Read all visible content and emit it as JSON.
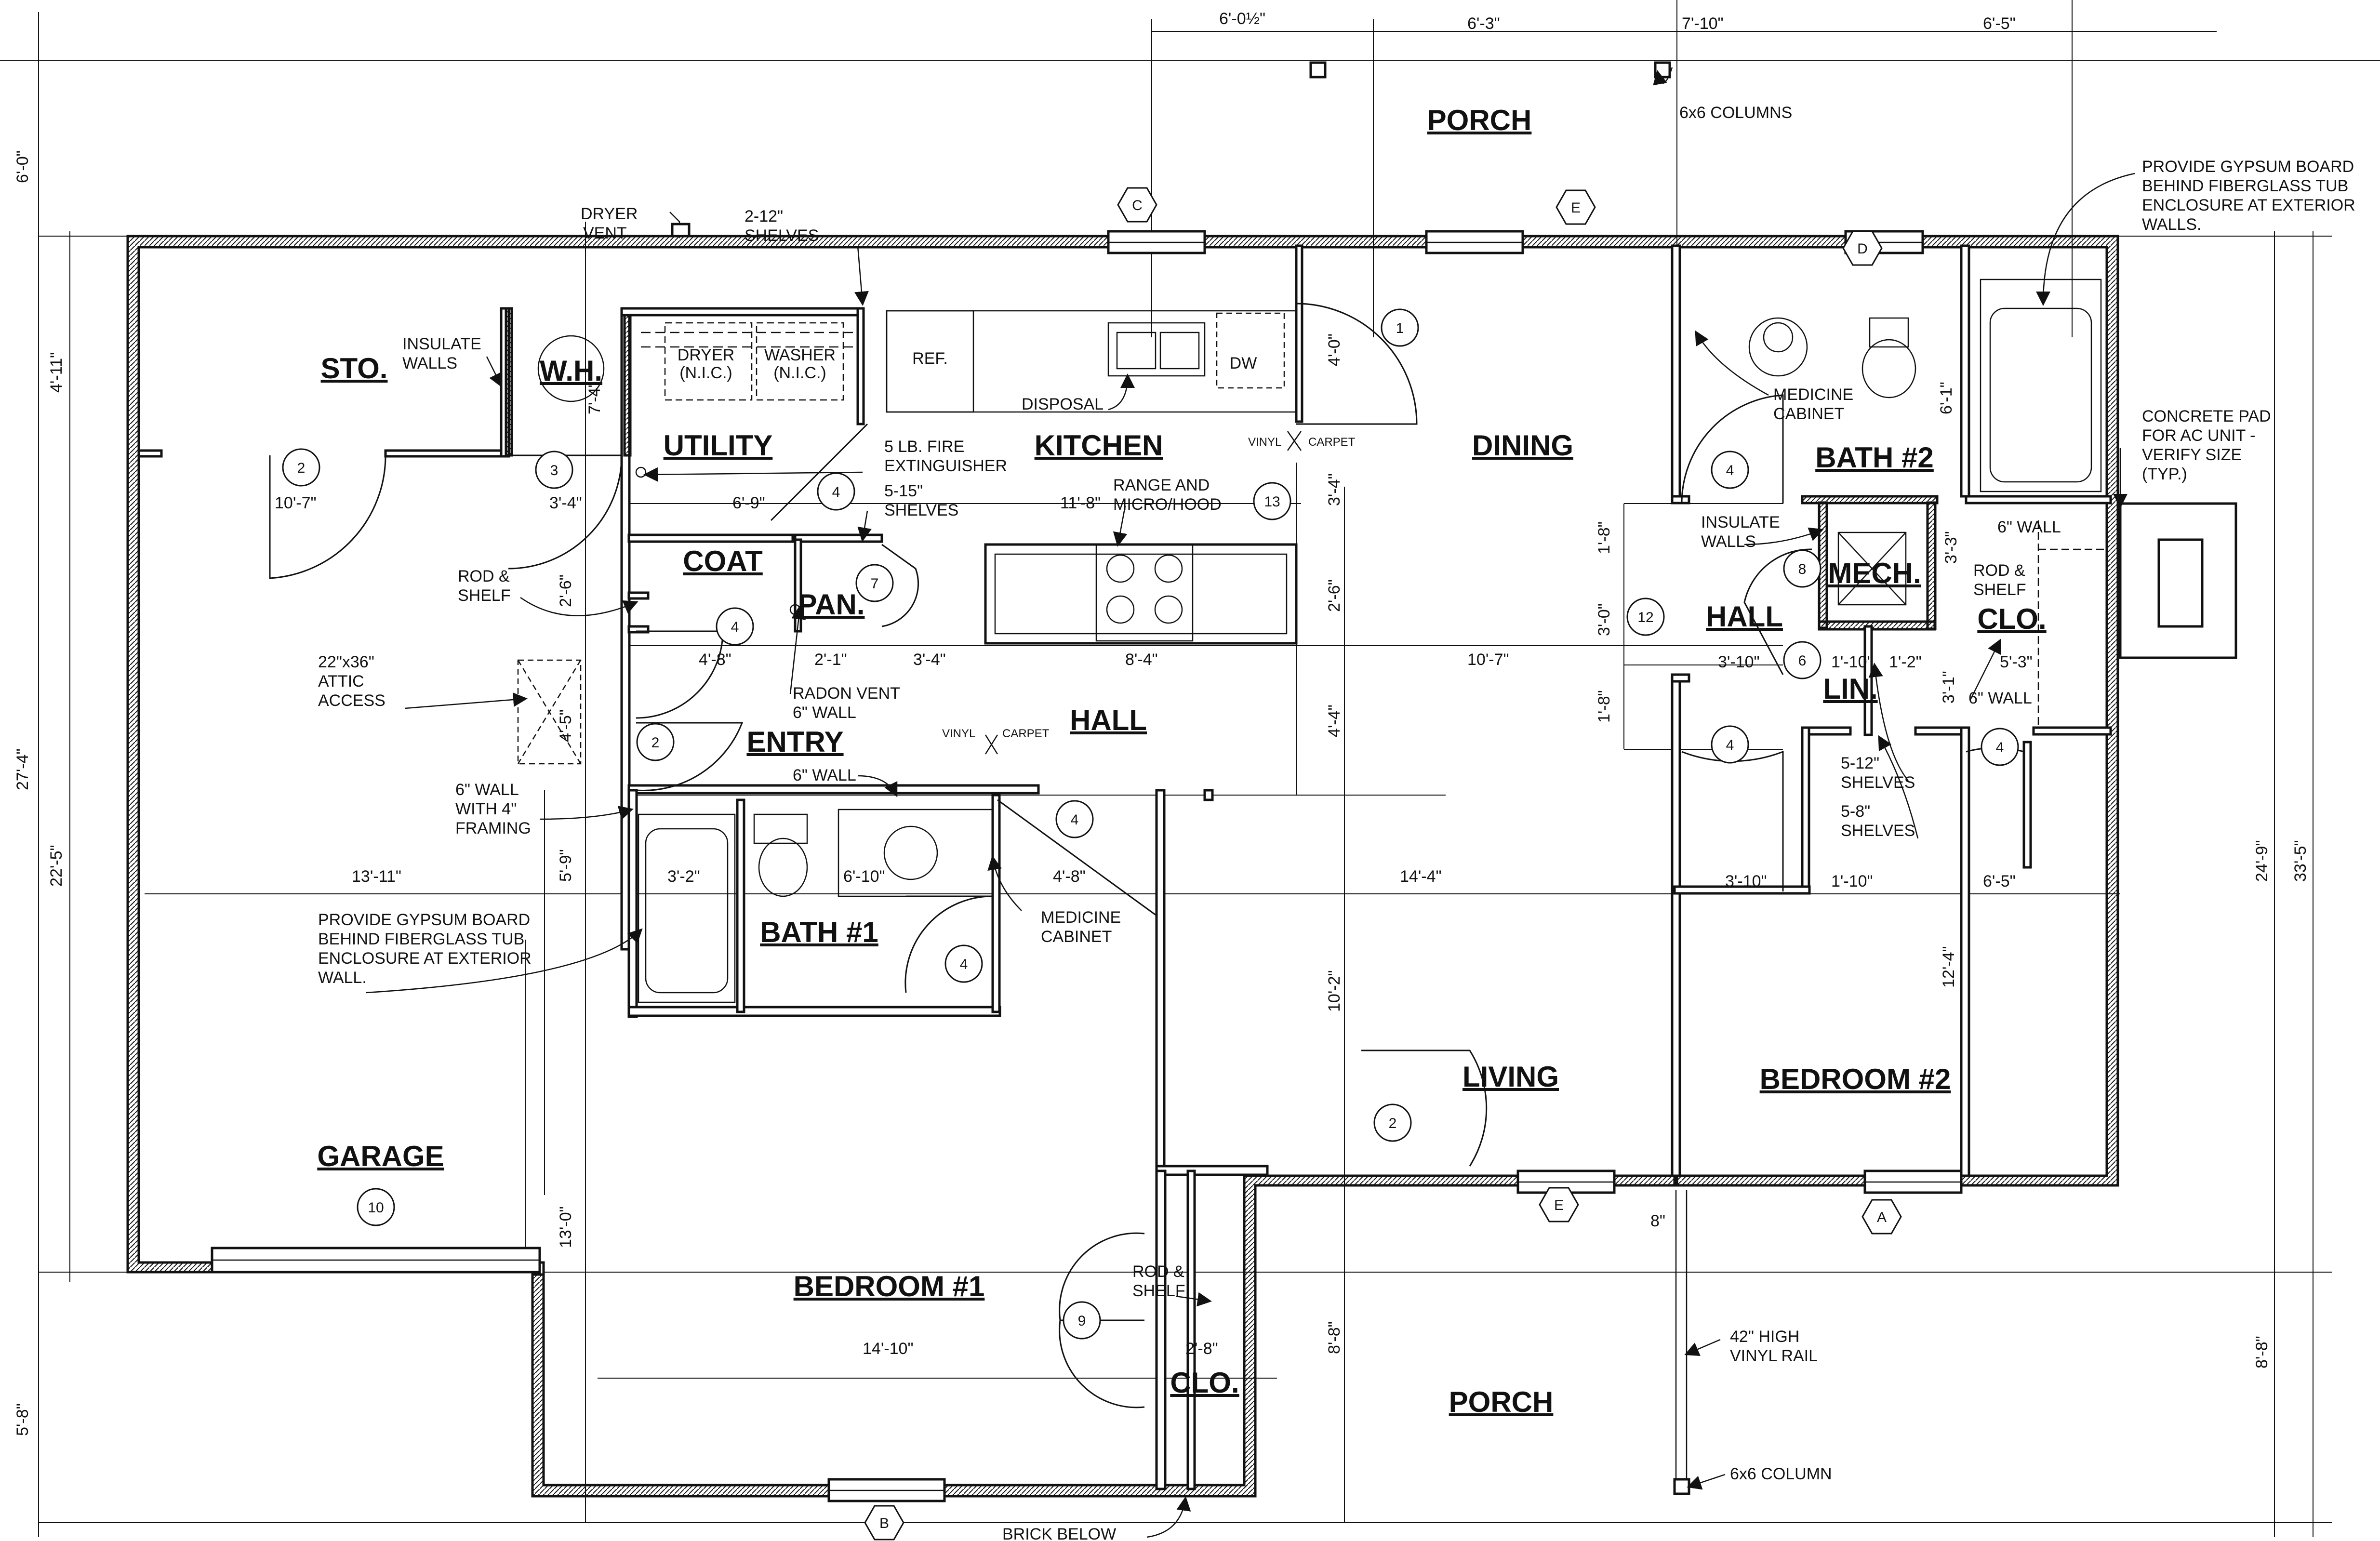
{
  "rooms": {
    "porch_top": "PORCH",
    "sto": "STO.",
    "wh": "W.H.",
    "utility": "UTILITY",
    "kitchen": "KITCHEN",
    "dining": "DINING",
    "bath2": "BATH #2",
    "coat": "COAT",
    "pan": "PAN.",
    "entry": "ENTRY",
    "hall": "HALL",
    "hall2": "HALL",
    "mech": "MECH.",
    "clo_right": "CLO.",
    "lin": "LIN.",
    "bath1": "BATH #1",
    "living": "LIVING",
    "bedroom2": "BEDROOM #2",
    "garage": "GARAGE",
    "bedroom1": "BEDROOM #1",
    "clo_bottom": "CLO.",
    "porch_bottom": "PORCH"
  },
  "fixtures": {
    "ref": "REF.",
    "dw": "DW",
    "dryer_1": "DRYER",
    "dryer_2": "(N.I.C.)",
    "washer_1": "WASHER",
    "washer_2": "(N.I.C.)"
  },
  "notes": {
    "columns_top": "6x6 COLUMNS",
    "gyp_right_1": "PROVIDE GYPSUM BOARD",
    "gyp_right_2": "BEHIND FIBERGLASS TUB",
    "gyp_right_3": "ENCLOSURE AT EXTERIOR",
    "gyp_right_4": "WALLS.",
    "dryer_vent_1": "DRYER",
    "dryer_vent_2": "VENT",
    "shelves_2_12_1": "2-12\"",
    "shelves_2_12_2": "SHELVES",
    "insulate_walls_1": "INSULATE",
    "insulate_walls_2": "WALLS",
    "disposal": "DISPOSAL",
    "medicine_cabinet_r_1": "MEDICINE",
    "medicine_cabinet_r_2": "CABINET",
    "concrete_pad_1": "CONCRETE PAD",
    "concrete_pad_2": "FOR AC UNIT -",
    "concrete_pad_3": "VERIFY SIZE",
    "concrete_pad_4": "(TYP.)",
    "fire_ext_1": "5 LB. FIRE",
    "fire_ext_2": "EXTINGUISHER",
    "shelves_5_15_1": "5-15\"",
    "shelves_5_15_2": "SHELVES",
    "range_1": "RANGE AND",
    "range_2": "MICRO/HOOD",
    "vinyl_1": "VINYL",
    "carpet_1": "CARPET",
    "vinyl_2": "VINYL",
    "carpet_2": "CARPET",
    "insulate_walls_b_1": "INSULATE",
    "insulate_walls_b_2": "WALLS",
    "six_wall_r1": "6\" WALL",
    "rod_shelf_r_1": "ROD &",
    "rod_shelf_r_2": "SHELF",
    "rod_shelf_l_1": "ROD &",
    "rod_shelf_l_2": "SHELF",
    "attic_1": "22\"x36\"",
    "attic_2": "ATTIC",
    "attic_3": "ACCESS",
    "radon_1": "RADON VENT",
    "radon_2": "6\" WALL",
    "six_wall_entry": "6\" WALL",
    "six_wall_r2": "6\" WALL",
    "shelves_5_12_1": "5-12\"",
    "shelves_5_12_2": "SHELVES",
    "shelves_5_8_1": "5-8\"",
    "shelves_5_8_2": "SHELVES",
    "framing_1": "6\" WALL",
    "framing_2": "WITH 4\"",
    "framing_3": "FRAMING",
    "gyp_left_1": "PROVIDE GYPSUM BOARD",
    "gyp_left_2": "BEHIND FIBERGLASS TUB",
    "gyp_left_3": "ENCLOSURE AT EXTERIOR",
    "gyp_left_4": "WALL.",
    "medicine_cabinet_l_1": "MEDICINE",
    "medicine_cabinet_l_2": "CABINET",
    "rod_shelf_b_1": "ROD &",
    "rod_shelf_b_2": "SHELF",
    "rail_1": "42\" HIGH",
    "rail_2": "VINYL RAIL",
    "column_bottom": "6x6 COLUMN",
    "brick_below": "BRICK BELOW"
  },
  "dimensions": {
    "top_1": "6'-0½\"",
    "top_2": "6'-3\"",
    "top_3": "7'-10\"",
    "top_4": "6'-5\"",
    "left_1": "6'-0\"",
    "left_2": "4'-11\"",
    "left_3": "27'-4\"",
    "left_4": "22'-5\"",
    "left_5": "5'-8\"",
    "right_1": "24'-9\"",
    "right_2": "33'-5\"",
    "right_3": "8'-8\"",
    "sto_w": "10'-7\"",
    "wh_w": "3'-4\"",
    "wh_h": "7'-4\"",
    "util_w": "6'-9\"",
    "kit_w": "11'-8\"",
    "kit_v1": "4'-0\"",
    "kit_v2": "3'-4\"",
    "kit_v3": "2'-6\"",
    "bath2_h": "6'-1\"",
    "hall_v1": "1'-8\"",
    "hall_v2": "3'-0\"",
    "hall_v3": "1'-8\"",
    "mech_v": "3'-3\"",
    "coat_h": "2'-6\"",
    "coat_w": "4'-8\"",
    "pan_w": "2'-1\"",
    "hall_w1": "3'-4\"",
    "hall_w2": "8'-4\"",
    "hall_w3": "10'-7\"",
    "hall2_w1": "3'-10\"",
    "hall2_w2": "1'-10\"",
    "hall2_w3": "1'-2\"",
    "hall2_w4": "5'-3\"",
    "lin_v": "3'-1\"",
    "attic_v": "4'-5\"",
    "entry_v": "4'-4\"",
    "garage_w": "13'-11\"",
    "bath1_w1": "3'-2\"",
    "bath1_w2": "6'-10\"",
    "bath1_w3": "4'-8\"",
    "living_w": "14'-4\"",
    "bed2_w1": "3'-10\"",
    "bed2_w2": "1'-10\"",
    "bed2_w3": "6'-5\"",
    "bed2_h": "12'-4\"",
    "living_h": "10'-2\"",
    "entry_h": "5'-9\"",
    "garage_h": "13'-0\"",
    "bed1_w": "14'-10\"",
    "clo_w": "2'-8\"",
    "porch_h": "8'-8\"",
    "rail_off": "8\""
  },
  "tags": {
    "d1": "1",
    "d2a": "2",
    "d3": "3",
    "d4a": "4",
    "d13": "13",
    "d4b": "4",
    "d7": "7",
    "d4c": "4",
    "d8": "8",
    "d12": "12",
    "d6": "6",
    "d2b": "2",
    "d4d": "4",
    "d4e": "4",
    "d4f": "4",
    "d4g": "4",
    "d2c": "2",
    "d10": "10",
    "d9": "9"
  },
  "windows": {
    "c": "C",
    "e_top": "E",
    "d": "D",
    "e_bottom": "E",
    "a": "A",
    "b": "B"
  }
}
